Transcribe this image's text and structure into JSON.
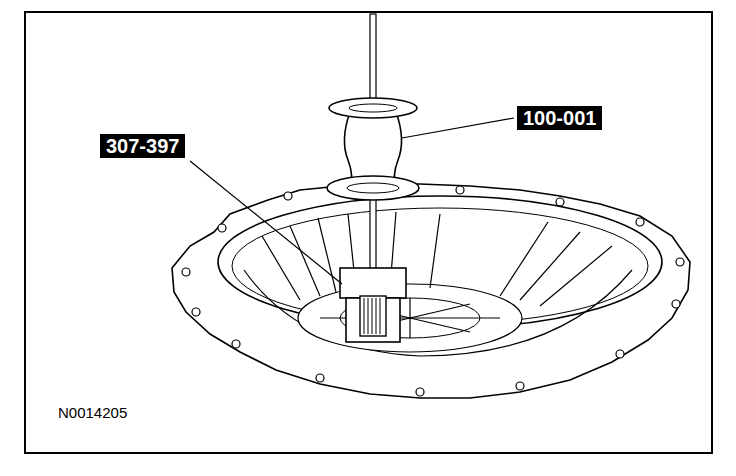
{
  "diagram": {
    "nodes": [
      {
        "text": [
          "100-001"
        ]
      },
      {
        "text": [
          "307-397"
        ]
      }
    ],
    "labels": [
      "N0014205"
    ]
  }
}
